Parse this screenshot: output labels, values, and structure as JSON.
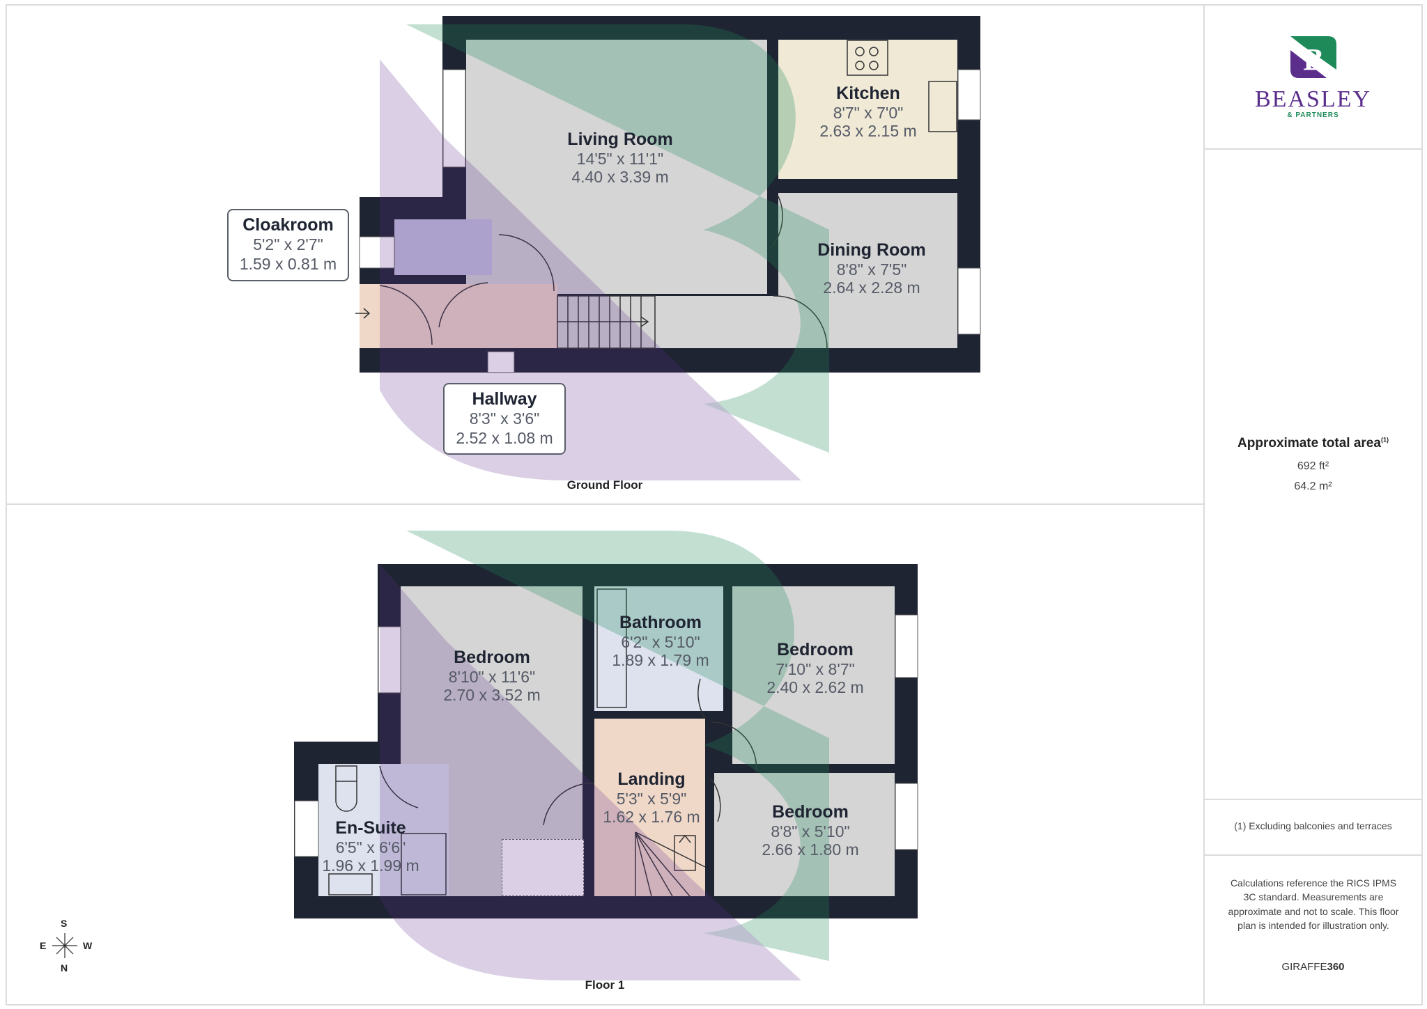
{
  "brand": {
    "name": "BEASLEY",
    "sub": "& PARTNERS",
    "primary_color": "#5b2e8c",
    "secondary_color": "#1e8a5a"
  },
  "ground_floor": {
    "title": "Ground Floor",
    "rooms": [
      {
        "name": "Living Room",
        "imperial": "14'5\" x 11'1\"",
        "metric": "4.40 x 3.39 m"
      },
      {
        "name": "Kitchen",
        "imperial": "8'7\" x 7'0\"",
        "metric": "2.63 x 2.15 m"
      },
      {
        "name": "Dining Room",
        "imperial": "8'8\" x 7'5\"",
        "metric": "2.64 x 2.28 m"
      },
      {
        "name": "Cloakroom",
        "imperial": "5'2\" x 2'7\"",
        "metric": "1.59 x 0.81 m"
      },
      {
        "name": "Hallway",
        "imperial": "8'3\" x 3'6\"",
        "metric": "2.52 x 1.08 m"
      }
    ]
  },
  "first_floor": {
    "title": "Floor 1",
    "rooms": [
      {
        "name": "Bedroom",
        "imperial": "8'10\" x 11'6\"",
        "metric": "2.70 x 3.52 m"
      },
      {
        "name": "Bathroom",
        "imperial": "6'2\" x 5'10\"",
        "metric": "1.89 x 1.79 m"
      },
      {
        "name": "Bedroom",
        "imperial": "7'10\" x 8'7\"",
        "metric": "2.40 x 2.62 m"
      },
      {
        "name": "Landing",
        "imperial": "5'3\" x 5'9\"",
        "metric": "1.62 x 1.76 m"
      },
      {
        "name": "Bedroom",
        "imperial": "8'8\" x 5'10\"",
        "metric": "2.66 x 1.80 m"
      },
      {
        "name": "En-Suite",
        "imperial": "6'5\" x 6'6\"",
        "metric": "1.96 x 1.99 m"
      }
    ]
  },
  "compass": {
    "top": "S",
    "left": "E",
    "right": "W",
    "bottom": "N"
  },
  "sidebar": {
    "area_title": "Approximate total area",
    "area_sup": "(1)",
    "area_ft": "692 ft²",
    "area_m": "64.2 m²",
    "footnote": "(1) Excluding balconies and terraces",
    "disclaimer": "Calculations reference the RICS IPMS 3C standard. Measurements are approximate and not to scale. This floor plan is intended for illustration only.",
    "credit_a": "GIRAFFE",
    "credit_b": "360"
  }
}
